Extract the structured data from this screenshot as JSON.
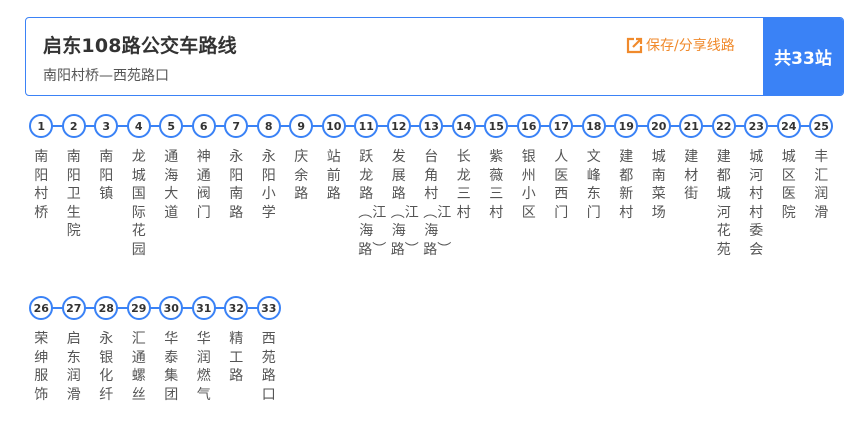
{
  "header": {
    "title": "启东108路公交车路线",
    "subtitle": "南阳村桥—西苑路口",
    "share_label": "保存/分享线路",
    "share_icon": "external-link-icon",
    "stop_count_label": "共33站"
  },
  "colors": {
    "accent": "#3a82f6",
    "share": "#f08a2c"
  },
  "stops_row1": [
    {
      "num": "1",
      "name": "南阳村桥"
    },
    {
      "num": "2",
      "name": "南阳卫生院"
    },
    {
      "num": "3",
      "name": "南阳镇"
    },
    {
      "num": "4",
      "name": "龙城国际花园"
    },
    {
      "num": "5",
      "name": "通海大道"
    },
    {
      "num": "6",
      "name": "神通阀门"
    },
    {
      "num": "7",
      "name": "永阳南路"
    },
    {
      "num": "8",
      "name": "永阳小学"
    },
    {
      "num": "9",
      "name": "庆余路"
    },
    {
      "num": "10",
      "name": "站前路"
    },
    {
      "num": "11",
      "name": "跃龙路︵江海路︶"
    },
    {
      "num": "12",
      "name": "发展路︵江海路︶"
    },
    {
      "num": "13",
      "name": "台角村︵江海路︶"
    },
    {
      "num": "14",
      "name": "长龙三村"
    },
    {
      "num": "15",
      "name": "紫薇三村"
    },
    {
      "num": "16",
      "name": "银州小区"
    },
    {
      "num": "17",
      "name": "人医西门"
    },
    {
      "num": "18",
      "name": "文峰东门"
    },
    {
      "num": "19",
      "name": "建都新村"
    },
    {
      "num": "20",
      "name": "城南菜场"
    },
    {
      "num": "21",
      "name": "建材街"
    },
    {
      "num": "22",
      "name": "建都城河花苑"
    },
    {
      "num": "23",
      "name": "城河村村委会"
    },
    {
      "num": "24",
      "name": "城区医院"
    },
    {
      "num": "25",
      "name": "丰汇润滑"
    }
  ],
  "stops_row2": [
    {
      "num": "26",
      "name": "荣绅服饰"
    },
    {
      "num": "27",
      "name": "启东润滑"
    },
    {
      "num": "28",
      "name": "永银化纤"
    },
    {
      "num": "29",
      "name": "汇通螺丝"
    },
    {
      "num": "30",
      "name": "华泰集团"
    },
    {
      "num": "31",
      "name": "华润燃气"
    },
    {
      "num": "32",
      "name": "精工路"
    },
    {
      "num": "33",
      "name": "西苑路口"
    }
  ]
}
